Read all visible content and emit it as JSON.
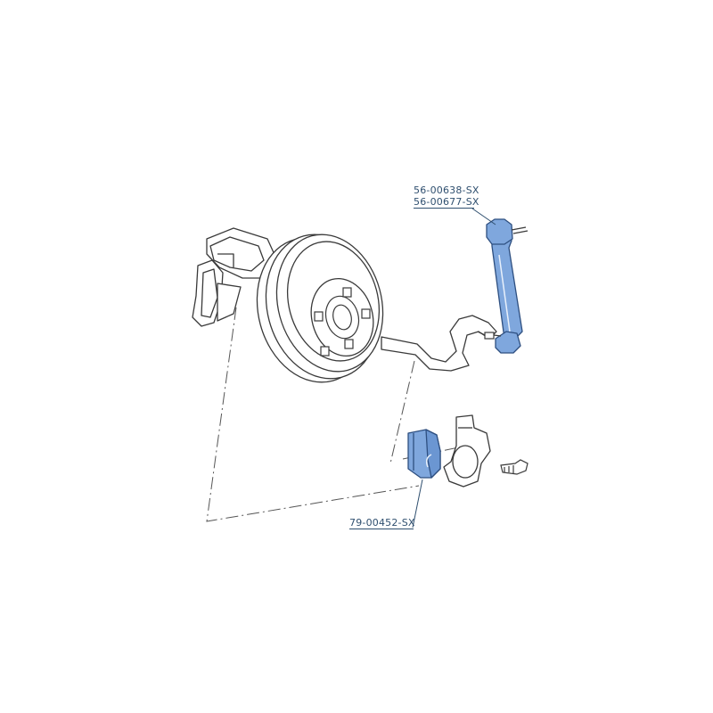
{
  "callouts": {
    "stabilizer_link_part_a": "56-00638-SX",
    "stabilizer_link_part_b": "56-00677-SX",
    "stabilizer_bushing_part": "79-00452-SX"
  },
  "colors": {
    "line_art": "#3a3a3a",
    "highlight_fill": "#7fa7dd",
    "highlight_stroke": "#2e4f80",
    "callout_text": "#2f4f6f"
  }
}
